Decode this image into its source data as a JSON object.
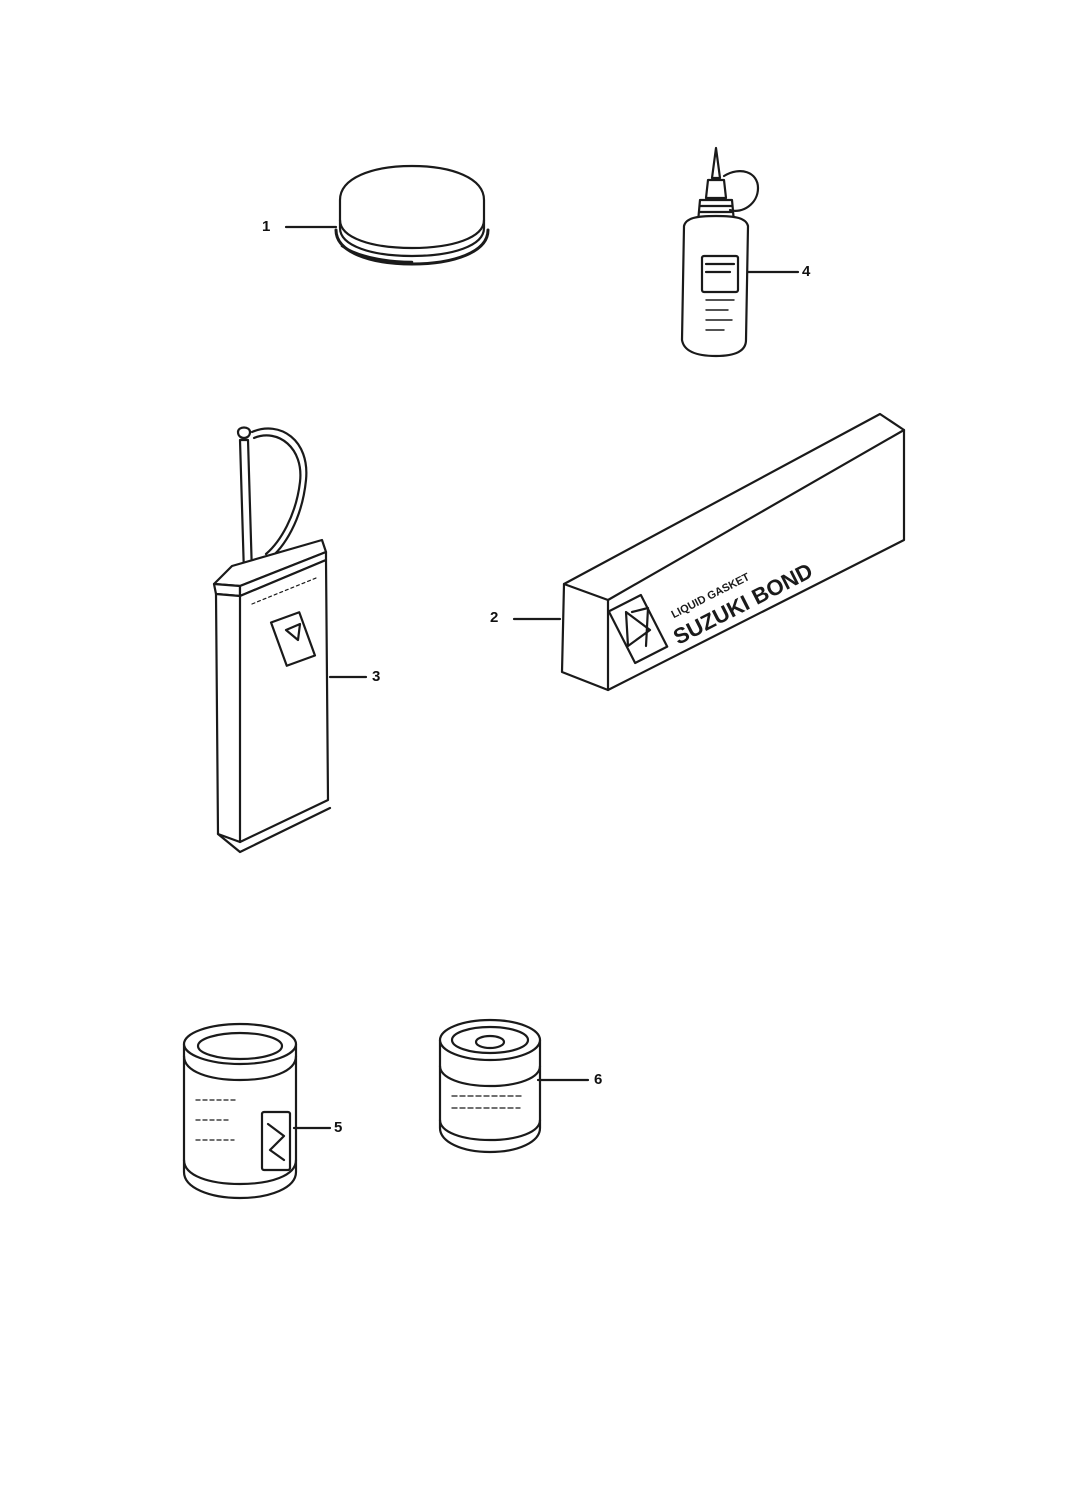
{
  "diagram": {
    "callouts": [
      {
        "id": "1",
        "label": "1"
      },
      {
        "id": "2",
        "label": "2"
      },
      {
        "id": "3",
        "label": "3"
      },
      {
        "id": "4",
        "label": "4"
      },
      {
        "id": "5",
        "label": "5"
      },
      {
        "id": "6",
        "label": "6"
      }
    ],
    "box_print": {
      "line1": "LIQUID GASKET",
      "line2": "SUZUKI BOND"
    },
    "colors": {
      "ink": "#1a1a1a",
      "paper": "#ffffff"
    }
  }
}
